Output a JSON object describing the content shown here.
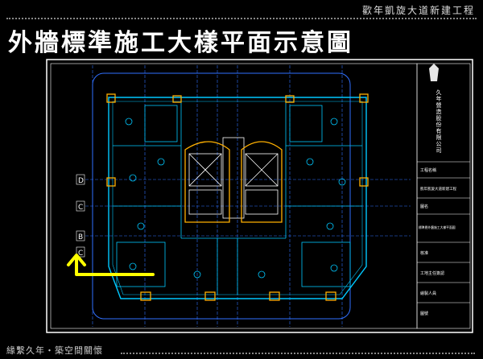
{
  "header": {
    "project_title": "歡年凱旋大道新建工程",
    "headline": "外牆標準施工大樣平面示意圖"
  },
  "footer": {
    "motto": "緣繫久年・築空間關懷"
  },
  "drawing": {
    "grid_labels": [
      "D",
      "C",
      "B",
      "C"
    ],
    "title_block": {
      "company": "久年營造股份有限公司",
      "rows": [
        "工程名稱",
        "凱年凱旋大道新建工程",
        "圖名",
        "標準層外牆施工大樣平面圖",
        "核准",
        "工地主任簽認",
        "繪製人員",
        "圖號"
      ]
    },
    "colors": {
      "wall": "#00c8ff",
      "detail": "#ffb000",
      "grid": "#3070ff",
      "arrow": "#ffff00",
      "frame": "#ffffff"
    }
  }
}
